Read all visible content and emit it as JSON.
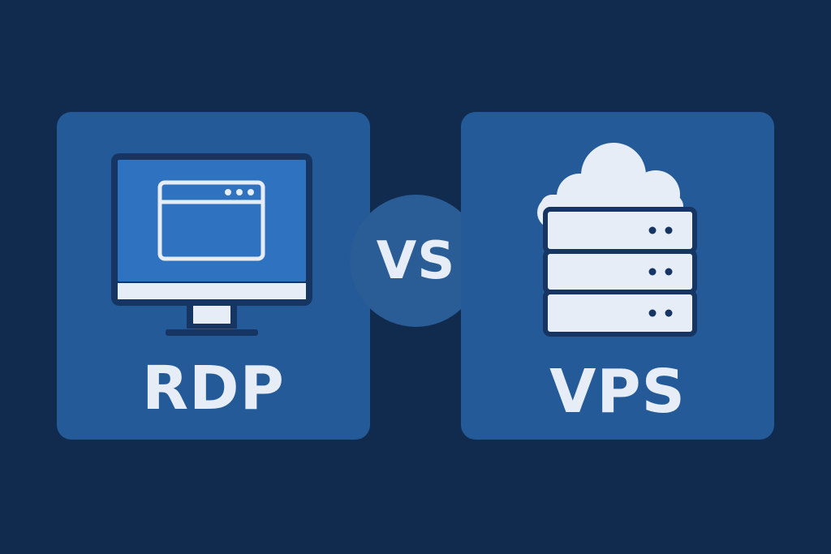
{
  "left_card": {
    "label": "RDP",
    "icon": "desktop-monitor-icon"
  },
  "right_card": {
    "label": "VPS",
    "icon": "cloud-server-icon"
  },
  "vs_badge": {
    "label": "VS"
  },
  "colors": {
    "background": "#112b4f",
    "card": "#235a97",
    "badge": "#2a5c96",
    "screen": "#2f72bf",
    "outline": "#163563",
    "light": "#e6edf6"
  }
}
